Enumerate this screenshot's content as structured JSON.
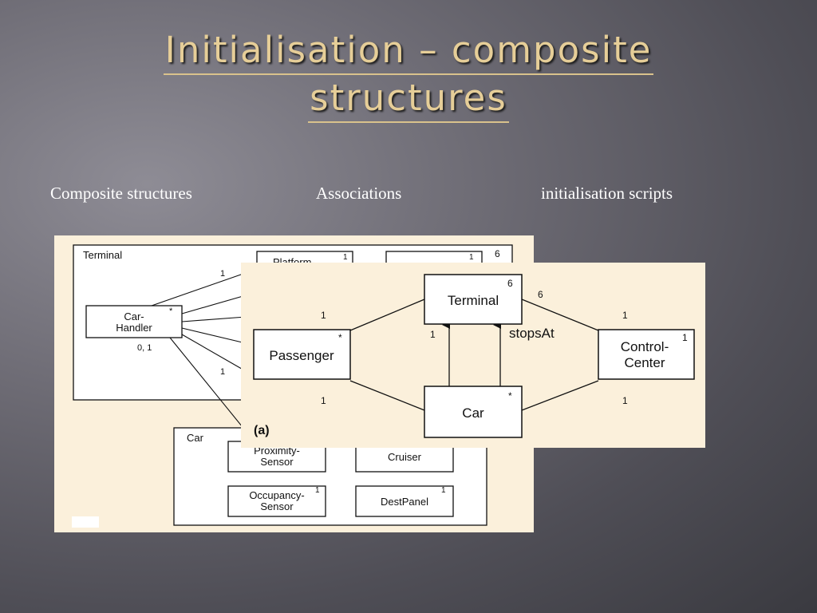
{
  "slide": {
    "title_line1": "Initialisation – composite",
    "title_line2": "structures",
    "subheadings": [
      "Composite  structures",
      "Associations",
      "initialisation scripts"
    ]
  },
  "composite_diagram": {
    "terminal_label": "Terminal",
    "terminal_mult": "6",
    "car_handler": [
      "Car-",
      "Handler"
    ],
    "car_handler_mult": "*",
    "car_handler_assoc": "0, 1",
    "platform": [
      "Platform-"
    ],
    "platform_mult": "1",
    "other_box_mult": "1",
    "edge_mult_top": "1",
    "edge_mult_mid": "1",
    "car_label": "Car",
    "proximity": [
      "Proximity-",
      "Sensor"
    ],
    "cruiser": "Cruiser",
    "occupancy": [
      "Occupancy-",
      "Sensor"
    ],
    "occupancy_mult": "1",
    "destpanel": "DestPanel",
    "destpanel_mult": "1"
  },
  "association_diagram": {
    "terminal": "Terminal",
    "terminal_mult": "6",
    "passenger": "Passenger",
    "passenger_mult": "*",
    "control": [
      "Control-",
      "Center"
    ],
    "control_mult": "1",
    "car": "Car",
    "car_mult": "*",
    "stops_at": "stopsAt",
    "mult_pass_term": "1",
    "mult_term_ctrl_6": "6",
    "mult_term_ctrl_1": "1",
    "mult_car_term": "1",
    "mult_pass_car": "1",
    "mult_ctrl_car": "1",
    "caption": "(a)"
  }
}
